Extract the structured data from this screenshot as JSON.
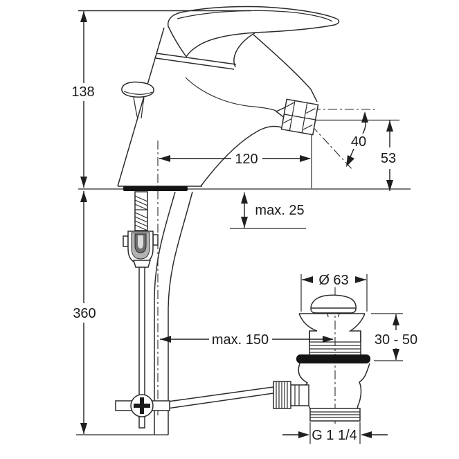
{
  "colors": {
    "line": "#2b2b2b",
    "background": "#ffffff",
    "gasket": "#141414",
    "clamp_gray": "#b3b3b3",
    "clamp_dark": "#6f6f6f",
    "clamp_slot": "#dcdcdc"
  },
  "diagram": {
    "type": "technical-dimension-drawing",
    "subject": "single-lever bidet/basin mixer tap with pop-up waste, side view",
    "labels": {
      "height": "138",
      "reach": "120",
      "angle": "40",
      "spout_height": "53",
      "deck_thickness": "max. 25",
      "hose_length": "360",
      "waste_distance": "max. 150",
      "waste_diameter": "Ø 63",
      "mount_range": "30 - 50",
      "thread": "G 1 1/4"
    }
  }
}
